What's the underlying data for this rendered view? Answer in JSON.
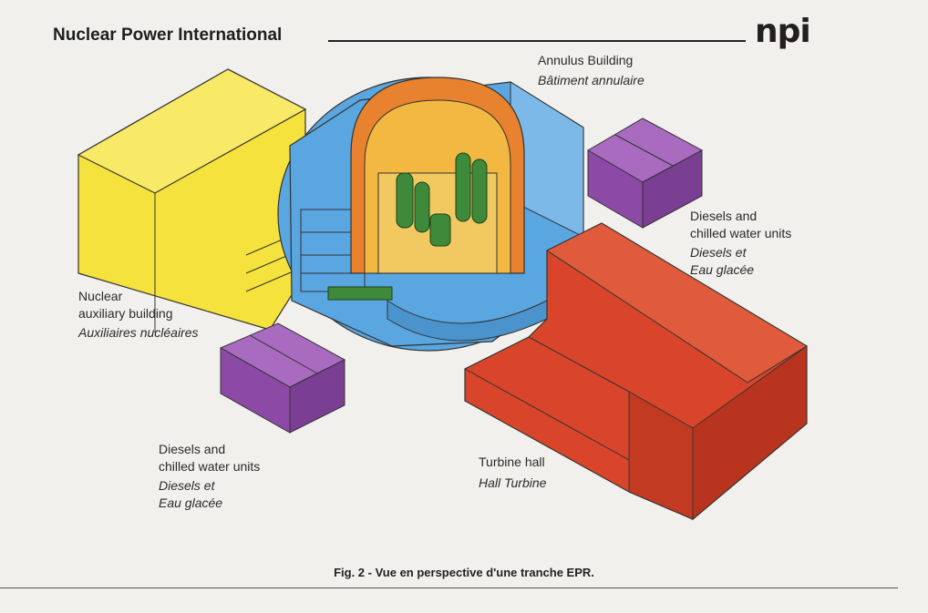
{
  "header": {
    "title": "Nuclear Power International",
    "logo": "npi"
  },
  "labels": {
    "annulus_en": "Annulus Building",
    "annulus_fr": "Bâtiment annulaire",
    "diesels_right_en_1": "Diesels and",
    "diesels_right_en_2": "chilled water units",
    "diesels_right_fr_1": "Diesels et",
    "diesels_right_fr_2": "Eau glacée",
    "nuclear_aux_en_1": "Nuclear",
    "nuclear_aux_en_2": "auxiliary building",
    "nuclear_aux_fr": "Auxiliaires nucléaires",
    "diesels_left_en_1": "Diesels and",
    "diesels_left_en_2": "chilled water units",
    "diesels_left_fr_1": "Diesels et",
    "diesels_left_fr_2": "Eau glacée",
    "turbine_en": "Turbine hall",
    "turbine_fr": "Hall Turbine"
  },
  "caption": "Fig. 2 - Vue en perspective d'une tranche EPR.",
  "colors": {
    "auxiliary_building": "#f5e23c",
    "annulus_building": "#5aa6e0",
    "reactor_dome": "#e8822e",
    "reactor_interior": "#f2b842",
    "steam_generators": "#3f8a3a",
    "diesels": "#8c4aa6",
    "turbine_hall": "#d8452a"
  }
}
